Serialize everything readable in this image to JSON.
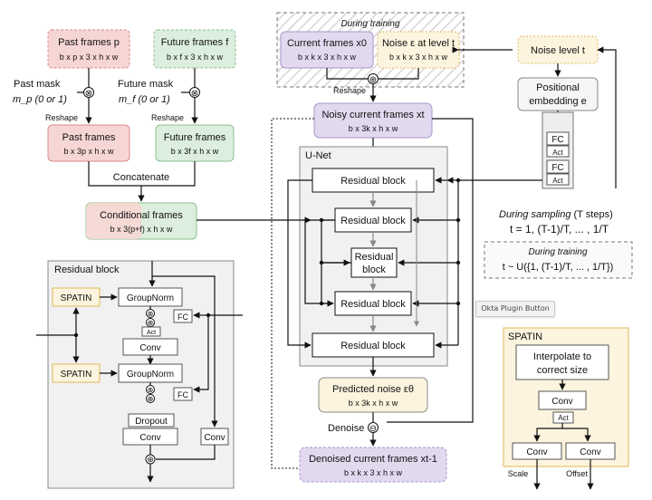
{
  "past": {
    "title": "Past frames p",
    "dims": "b x p x 3 x h x w",
    "mask_label": "Past mask",
    "mask_sym": "m_p (0 or 1)",
    "reshape": "Reshape",
    "out_title": "Past frames",
    "out_dims": "b x 3p x h x w"
  },
  "future": {
    "title": "Future frames f",
    "dims": "b x f x 3 x h x w",
    "mask_label": "Future mask",
    "mask_sym": "m_f (0 or 1)",
    "reshape": "Reshape",
    "out_title": "Future frames",
    "out_dims": "b x 3f x h x w"
  },
  "concat_label": "Concatenate",
  "cond": {
    "title": "Conditional frames",
    "dims": "b x 3(p+f) x h x w"
  },
  "training": {
    "caption": "During training",
    "current_title": "Current frames x0",
    "current_dims": "b x k x 3 x h x w",
    "noise_title": "Noise ε at level t",
    "noise_dims": "b x k x 3 x h x w",
    "reshape": "Reshape"
  },
  "noise_level": "Noise level t",
  "pos_emb": {
    "line1": "Positional",
    "line2": "embedding e"
  },
  "emb_stack": [
    "FC",
    "Act",
    "FC",
    "Act"
  ],
  "noisy": {
    "title": "Noisy current frames xt",
    "dims": "b x 3k x h x w"
  },
  "unet": {
    "label": "U-Net",
    "blocks": [
      "Residual block",
      "Residual block",
      "Residual block",
      "Residual block",
      "Residual block"
    ],
    "mid_line1": "Residual",
    "mid_line2": "block"
  },
  "sampling": {
    "caption": "During sampling (T steps)",
    "eq": "t = 1, (T-1)/T, ... , 1/T"
  },
  "training2": {
    "caption": "During training",
    "eq": "t ~ U({1, (T-1)/T, ... , 1/T})"
  },
  "predicted": {
    "title": "Predicted noise εθ",
    "dims": "b x 3k x h x w"
  },
  "denoise_label": "Denoise",
  "denoised": {
    "title": "Denoised current frames xt-1",
    "dims": "b x k x 3 x h x w"
  },
  "residual_panel": {
    "title": "Residual block",
    "spatin": "SPATIN",
    "groupnorm": "GroupNorm",
    "fc": "FC",
    "act": "Act",
    "conv": "Conv",
    "dropout": "Dropout"
  },
  "spatin_panel": {
    "title": "SPATIN",
    "interp_line1": "Interpolate to",
    "interp_line2": "correct size",
    "conv": "Conv",
    "act": "Act",
    "scale": "Scale",
    "offset": "Offset"
  },
  "tooltip": "Okta Plugin Button",
  "colors": {
    "red_fill": "#f6d6d4",
    "red_stroke": "#d88a86",
    "green_fill": "#dceedd",
    "green_stroke": "#8cbf8e",
    "purple_fill": "#e2d9ef",
    "purple_stroke": "#a895c9",
    "yellow_fill": "#fcf4de",
    "yellow_stroke": "#e0b95a"
  }
}
